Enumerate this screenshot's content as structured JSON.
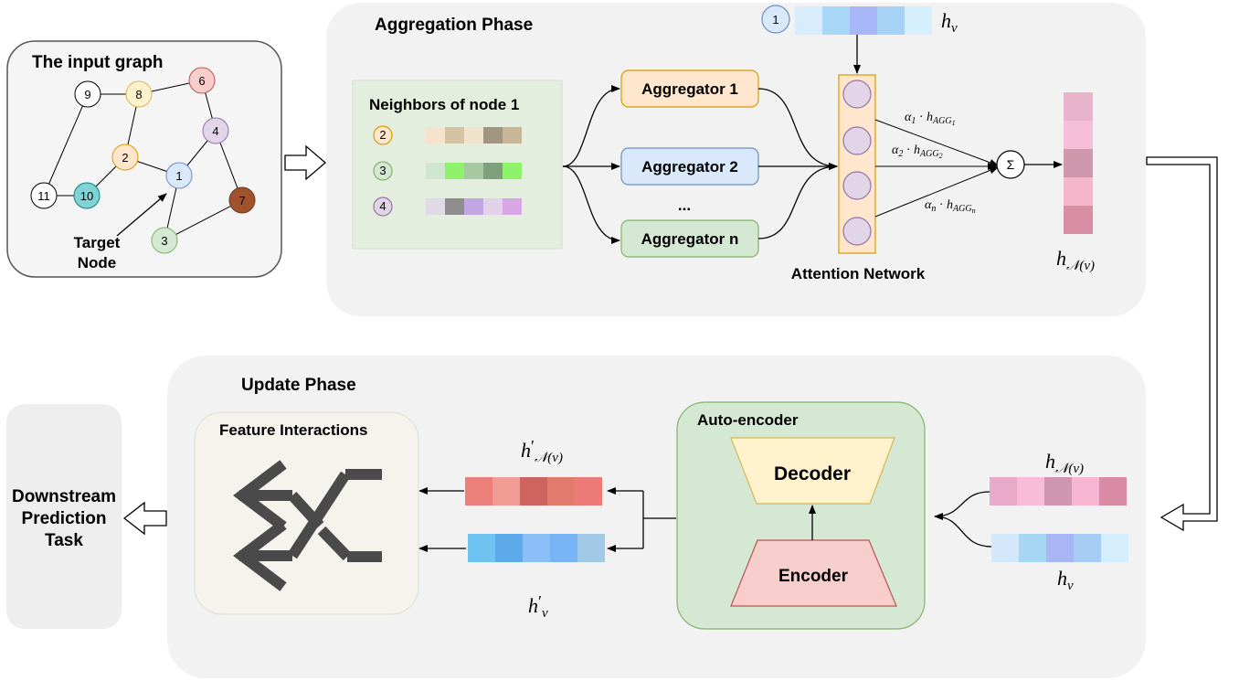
{
  "colors": {
    "panel": "#f2f2f2",
    "graph_panel": "#f5f5f5",
    "aggregator_1": "#ffe6cc",
    "aggregator_2": "#dae8fc",
    "aggregator_n": "#d5e8d4",
    "attention": "#ffe6cc",
    "attention_node": "#e1d5e7",
    "autoencoder": "#d5e8d4",
    "decoder": "#fff2cc",
    "encoder": "#f8cecc",
    "feature_panel": "#f5f3ec"
  },
  "input_graph": {
    "title": "The input graph",
    "target_label_line1": "Target",
    "target_label_line2": "Node",
    "nodes": [
      {
        "id": "9",
        "color": "#ffffff"
      },
      {
        "id": "8",
        "color": "#fff2cc"
      },
      {
        "id": "6",
        "color": "#f8cecc"
      },
      {
        "id": "4",
        "color": "#e1d5e7"
      },
      {
        "id": "2",
        "color": "#ffe6cc"
      },
      {
        "id": "1",
        "color": "#dae8fc"
      },
      {
        "id": "11",
        "color": "#ffffff"
      },
      {
        "id": "10",
        "color": "#7fd3d3"
      },
      {
        "id": "7",
        "color": "#a0522d"
      },
      {
        "id": "3",
        "color": "#d5e8d4"
      }
    ]
  },
  "aggregation": {
    "title": "Aggregation Phase",
    "neighbors_title": "Neighbors of node 1",
    "neighbors": [
      {
        "id": "2",
        "color": "#ffe6cc",
        "cells": [
          "#f6e3cb",
          "#d8c2a4",
          "#f1e2cb",
          "#a09580",
          "#c9b597"
        ]
      },
      {
        "id": "3",
        "color": "#d5e8d4",
        "cells": [
          "#cfe6cc",
          "#8ef26a",
          "#a8c8a1",
          "#7f9e7c",
          "#8ef26a"
        ]
      },
      {
        "id": "4",
        "color": "#e1d5e7",
        "cells": [
          "#e0d9e6",
          "#8e8e8e",
          "#c1a6e2",
          "#e2d2e8",
          "#d9a6e4"
        ]
      }
    ],
    "aggregators": [
      "Aggregator 1",
      "Aggregator 2",
      "...",
      "Aggregator n"
    ],
    "attention_label": "Attention Network",
    "hv_node": "1",
    "hv_cells": [
      "#d9ecfd",
      "#a9d7f8",
      "#a8b7f7",
      "#a6d3f6",
      "#d6effd"
    ],
    "sum_symbol": "Σ",
    "output_cells": [
      "#eab3cc",
      "#f7bfd7",
      "#cf97ac",
      "#f5b6cc",
      "#d88ea5"
    ],
    "weights": [
      {
        "alpha": "α",
        "alpha_sub": "1",
        "dot": " · ",
        "h": "h",
        "agg": "AGG",
        "agg_sub": "1"
      },
      {
        "alpha": "α",
        "alpha_sub": "2",
        "dot": " · ",
        "h": "h",
        "agg": "AGG",
        "agg_sub": "2"
      },
      {
        "alpha": "α",
        "alpha_sub": "n",
        "dot": " · ",
        "h": "h",
        "agg": "AGG",
        "agg_sub": "n"
      }
    ],
    "h_label": "h",
    "h_sub_v": "v",
    "h_sub_N": "𝒩(v)"
  },
  "update": {
    "title": "Update Phase",
    "feature_title": "Feature Interactions",
    "autoencoder_title": "Auto-encoder",
    "decoder": "Decoder",
    "encoder": "Encoder",
    "hN_in_cells": [
      "#e9aac9",
      "#f8bbd8",
      "#d095b0",
      "#f7b6d2",
      "#d88aa5"
    ],
    "hv_in_cells": [
      "#d4e7fb",
      "#a6d8f5",
      "#a9b6f5",
      "#a7cdf7",
      "#d4effb"
    ],
    "hN_out_cells": [
      "#ec7f7a",
      "#f09c95",
      "#cf6360",
      "#e37b6c",
      "#ec7a76"
    ],
    "hv_out_cells": [
      "#6ec3f0",
      "#5caae9",
      "#8ac0f7",
      "#79b4f6",
      "#a2cae6"
    ],
    "prime": "′"
  },
  "downstream": {
    "line1": "Downstream",
    "line2": "Prediction",
    "line3": "Task"
  }
}
